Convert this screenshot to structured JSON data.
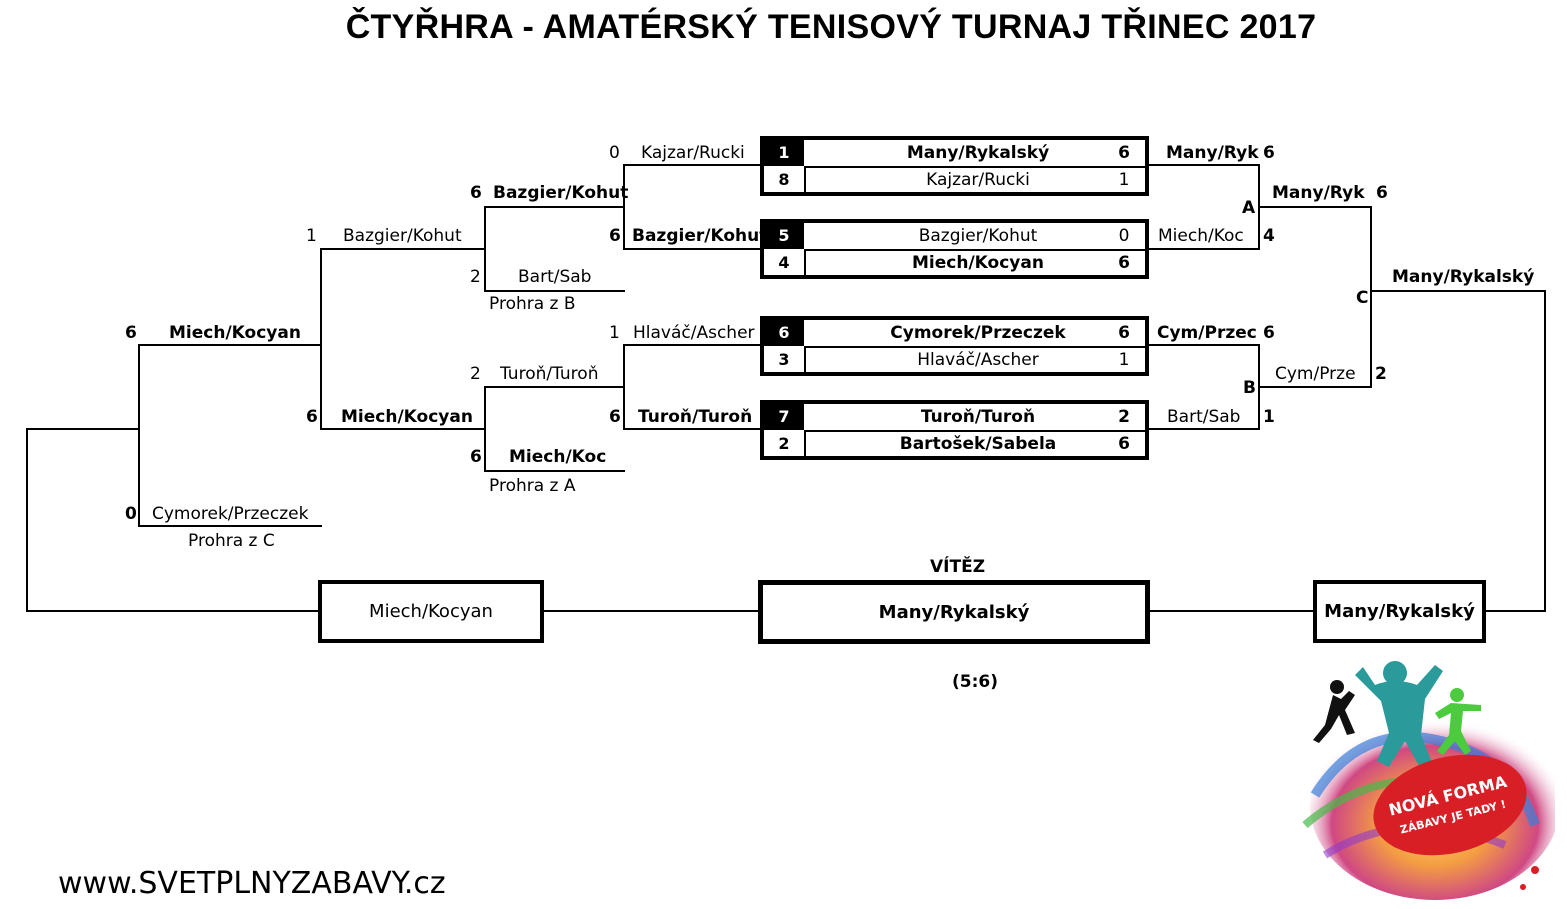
{
  "title": "ČTYŘHRA - AMATÉRSKÝ TENISOVÝ TURNAJ TŘINEC 2017",
  "website": "www.SVETPLNYZABAVY.cz",
  "matches": [
    {
      "top": {
        "seed": "1",
        "name": "Many/Rykalský",
        "score": "6"
      },
      "bottom": {
        "seed": "8",
        "name": "Kajzar/Rucki",
        "score": "1"
      }
    },
    {
      "top": {
        "seed": "5",
        "name": "Bazgier/Kohut",
        "score": "0"
      },
      "bottom": {
        "seed": "4",
        "name": "Miech/Kocyan",
        "score": "6"
      }
    },
    {
      "top": {
        "seed": "6",
        "name": "Cymorek/Przeczek",
        "score": "6"
      },
      "bottom": {
        "seed": "3",
        "name": "Hlaváč/Ascher",
        "score": "1"
      }
    },
    {
      "top": {
        "seed": "7",
        "name": "Turoň/Turoň",
        "score": "2"
      },
      "bottom": {
        "seed": "2",
        "name": "Bartošek/Sabela",
        "score": "6"
      }
    }
  ],
  "left": {
    "r1": [
      {
        "score": "0",
        "name": "Kajzar/Rucki"
      },
      {
        "score": "6",
        "name": "Bazgier/Kohut"
      },
      {
        "score": "1",
        "name": "Hlaváč/Ascher"
      },
      {
        "score": "6",
        "name": "Turoň/Turoň"
      }
    ],
    "r2": [
      {
        "score": "6",
        "name": "Bazgier/Kohut"
      },
      {
        "score": "2",
        "name": "Bart/Sab"
      },
      {
        "score": "2",
        "name": "Turoň/Turoň"
      },
      {
        "score": "6",
        "name": "Miech/Koc"
      }
    ],
    "loser_b": "Prohra z B",
    "loser_a": "Prohra z A",
    "r3": [
      {
        "score": "1",
        "name": "Bazgier/Kohut"
      },
      {
        "score": "6",
        "name": "Miech/Kocyan"
      }
    ],
    "r4": [
      {
        "score": "6",
        "name": "Miech/Kocyan"
      },
      {
        "score": "0",
        "name": "Cymorek/Przeczek"
      }
    ],
    "loser_c": "Prohra z C"
  },
  "right": {
    "r1": [
      {
        "name": "Many/Ryk",
        "score": "6"
      },
      {
        "name": "Miech/Koc",
        "score": "4"
      },
      {
        "name": "Cym/Przec",
        "score": "6"
      },
      {
        "name": "Bart/Sab",
        "score": "1"
      }
    ],
    "label_a": "A",
    "label_b": "B",
    "label_c": "C",
    "r2": [
      {
        "name": "Many/Ryk",
        "score": "6"
      },
      {
        "name": "Cym/Prze",
        "score": "2"
      }
    ],
    "winner": "Many/Rykalský"
  },
  "final": {
    "winner_label": "VÍTĚZ",
    "left_finalist": "Miech/Kocyan",
    "champion": "Many/Rykalský",
    "right_finalist": "Many/Rykalský",
    "result": "(5:6)"
  },
  "logo": {
    "line1": "NOVÁ FORMA",
    "line2": "ZÁBAVY JE TADY !"
  }
}
